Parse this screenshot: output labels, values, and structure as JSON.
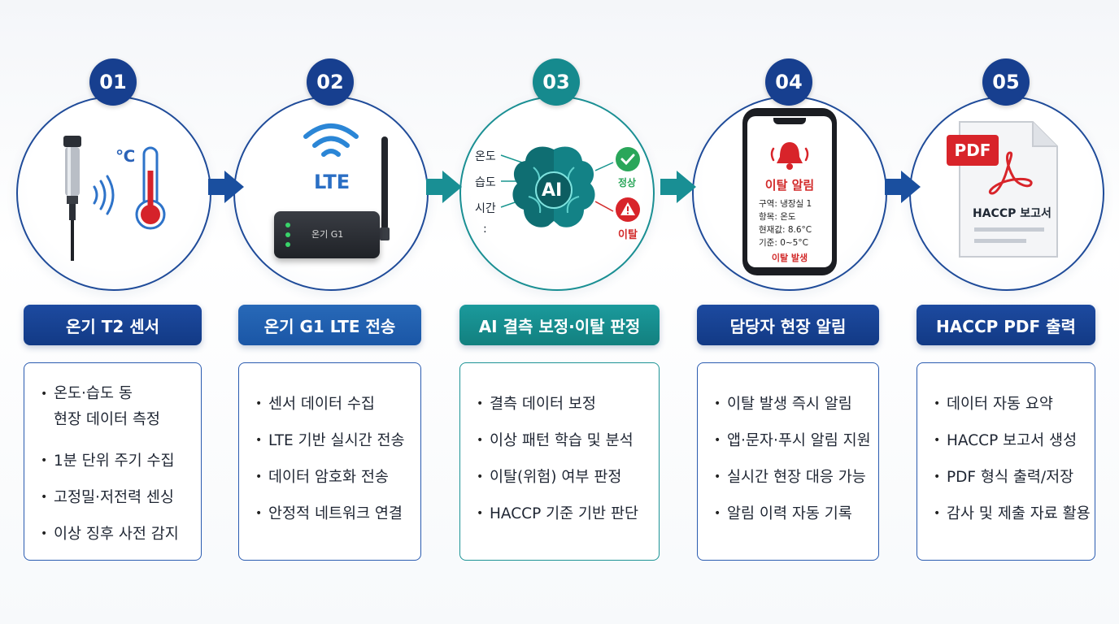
{
  "steps": [
    {
      "number": "01",
      "title": "온기 T2 센서",
      "celsius": "℃",
      "bullets": [
        "온도·습도 동",
        "현장 데이터 측정",
        "1분 단위 주기 수집",
        "고정밀·저전력 센싱",
        "이상 징후 사전 감지"
      ]
    },
    {
      "number": "02",
      "title": "온기 G1 LTE 전송",
      "lte_label": "LTE",
      "device_label": "온기 G1",
      "bullets": [
        "센서 데이터 수집",
        "LTE 기반 실시간 전송",
        "데이터 암호화 전송",
        "안정적 네트워크 연결"
      ]
    },
    {
      "number": "03",
      "title": "AI 결측 보정·이탈 판정",
      "ai_label": "AI",
      "inputs": [
        "온도",
        "습도",
        "시간",
        ":"
      ],
      "normal_label": "정상",
      "deviation_label": "이탈",
      "bullets": [
        "결측 데이터 보정",
        "이상 패턴 학습 및 분석",
        "이탈(위험) 여부 판정",
        "HACCP 기준 기반 판단"
      ]
    },
    {
      "number": "04",
      "title": "담당자 현장 알림",
      "phone": {
        "title": "이탈 알림",
        "lines": [
          "구역: 냉장실 1",
          "항목: 온도",
          "현재값: 8.6°C",
          "기준: 0~5°C"
        ],
        "alert": "이탈 발생"
      },
      "bullets": [
        "이탈 발생 즉시 알림",
        "앱·문자·푸시 알림 지원",
        "실시간 현장 대응 가능",
        "알림 이력 자동 기록"
      ]
    },
    {
      "number": "05",
      "title": "HACCP PDF 출력",
      "pdf_tag": "PDF",
      "doc_title": "HACCP 보고서",
      "bullets": [
        "데이터 자동 요약",
        "HACCP 보고서 생성",
        "PDF 형식 출력/저장",
        "감사 및 제출 자료 활용"
      ]
    }
  ],
  "colors": {
    "navy": "#173f8f",
    "teal": "#168a8e",
    "alert_red": "#d22a2a",
    "ok_green": "#2aa65a"
  }
}
